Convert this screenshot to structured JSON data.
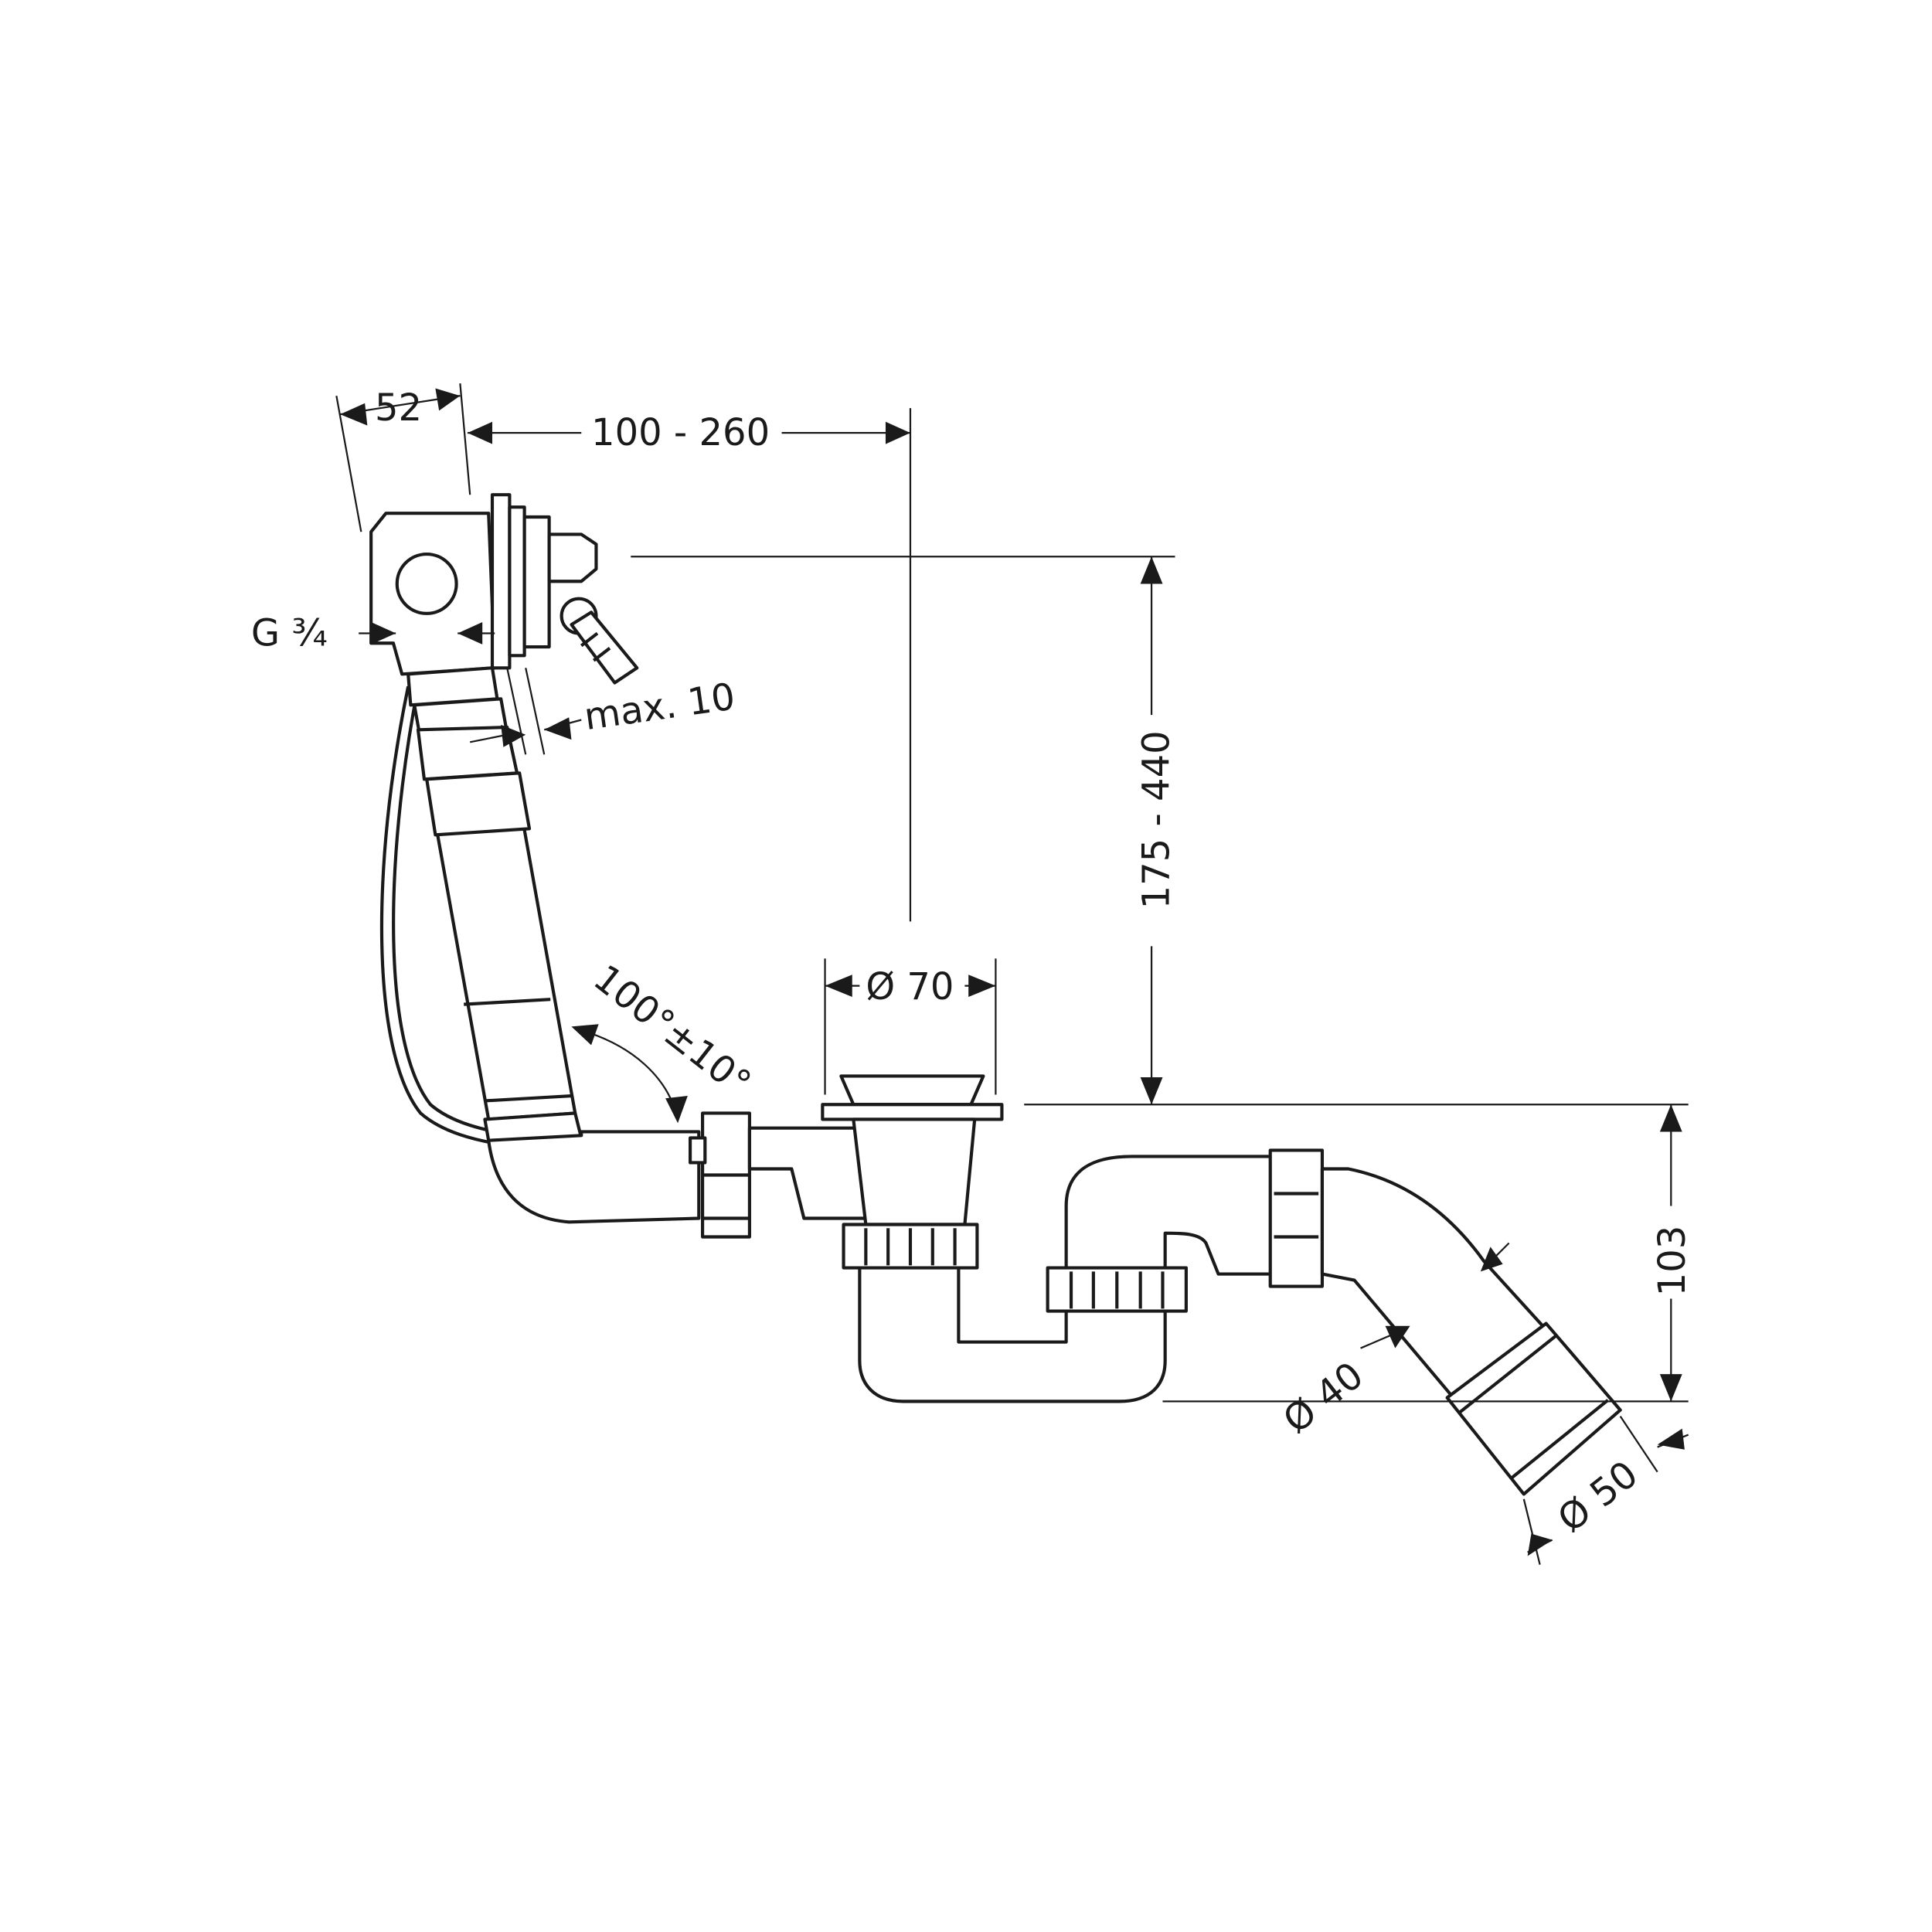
{
  "title": "Bath waste and overflow set technical drawing",
  "dimensions": {
    "overflow_depth": "52",
    "horizontal_distance": "100 - 260",
    "thread": "G ³⁄₄",
    "wall_thickness": "max. 10",
    "vertical_distance": "175 - 440",
    "drain_diameter": "Ø 70",
    "angle": "100°±10°",
    "trap_height": "103",
    "pipe_diameter_40": "Ø 40",
    "pipe_diameter_50": "Ø 50"
  },
  "colors": {
    "line": "#1a1a1a",
    "background": "#ffffff"
  }
}
